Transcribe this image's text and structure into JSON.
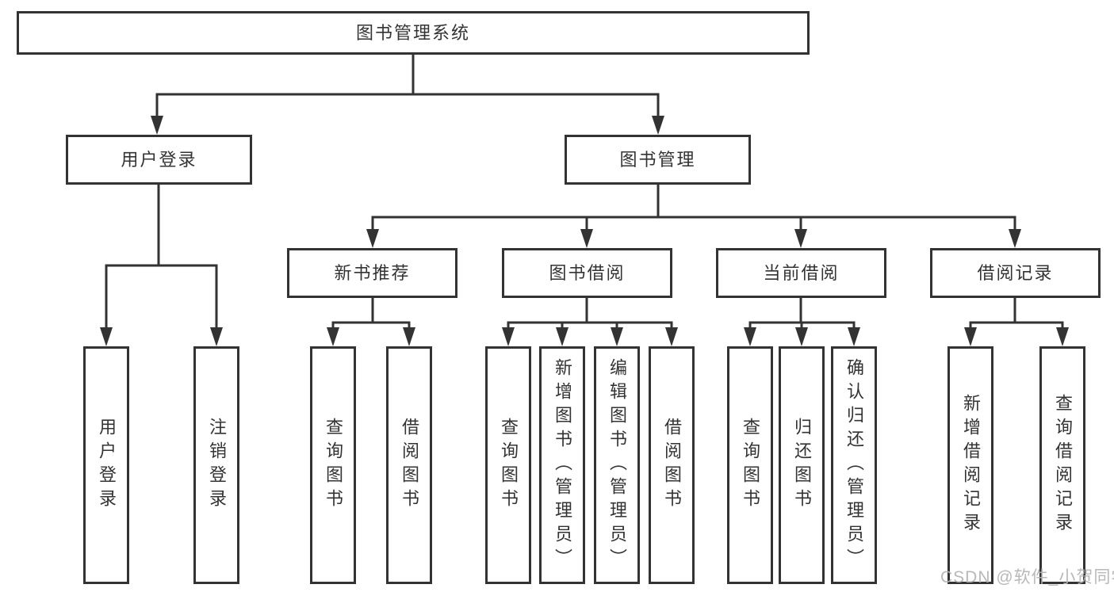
{
  "tree": {
    "root": {
      "label": "图书管理系统"
    },
    "branches": [
      {
        "label": "用户登录",
        "children": [
          {
            "label": "用户登录"
          },
          {
            "label": "注销登录"
          }
        ]
      },
      {
        "label": "图书管理",
        "sections": [
          {
            "label": "新书推荐",
            "children": [
              {
                "label": "查询图书"
              },
              {
                "label": "借阅图书"
              }
            ]
          },
          {
            "label": "图书借阅",
            "children": [
              {
                "label": "查询图书"
              },
              {
                "label": "新增图书（管理员）"
              },
              {
                "label": "编辑图书（管理员）"
              },
              {
                "label": "借阅图书"
              }
            ]
          },
          {
            "label": "当前借阅",
            "children": [
              {
                "label": "查询图书"
              },
              {
                "label": "归还图书"
              },
              {
                "label": "确认归还（管理员）"
              }
            ]
          },
          {
            "label": "借阅记录",
            "children": [
              {
                "label": "新增借阅记录"
              },
              {
                "label": "查询借阅记录"
              }
            ]
          }
        ]
      }
    ]
  },
  "watermark": {
    "text": "CSDN @软件_小贺同学"
  },
  "colors": {
    "line": "#333333",
    "text": "#333333",
    "box_background": "#ffffff",
    "watermark": "#b5b5b5"
  }
}
